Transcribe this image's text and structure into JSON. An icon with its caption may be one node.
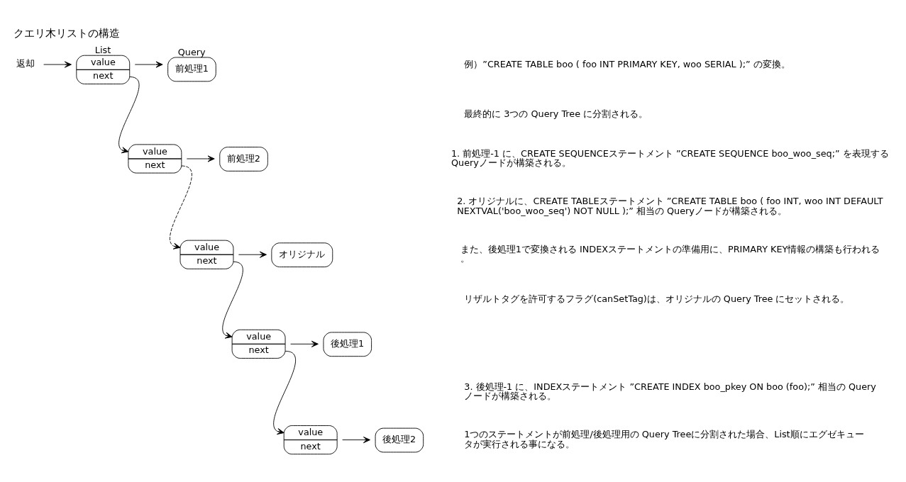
{
  "diagram": {
    "title": "クエリ木リストの構造",
    "nodes": [
      {
        "text": [
          "返却"
        ]
      },
      {
        "text": [
          "List",
          "value",
          "next"
        ]
      },
      {
        "text": [
          "Query",
          "前処理1"
        ]
      },
      {
        "text": [
          "value",
          "next"
        ]
      },
      {
        "text": [
          "前処理2"
        ]
      },
      {
        "text": [
          "value",
          "next"
        ]
      },
      {
        "text": [
          "オリジナル"
        ]
      },
      {
        "text": [
          "value",
          "next"
        ]
      },
      {
        "text": [
          "後処理1"
        ]
      },
      {
        "text": [
          "value",
          "next"
        ]
      },
      {
        "text": [
          "後処理2"
        ]
      }
    ],
    "edges": [
      {
        "from": 0,
        "to": 1,
        "arrow": "to"
      },
      {
        "from": 1,
        "to": 2,
        "arrow": "to"
      },
      {
        "from": 1,
        "to": 3,
        "arrow": "to"
      },
      {
        "from": 3,
        "to": 4,
        "arrow": "to"
      },
      {
        "from": 3,
        "to": 5,
        "arrow": "to",
        "style": "dashed"
      },
      {
        "from": 5,
        "to": 6,
        "arrow": "to"
      },
      {
        "from": 5,
        "to": 7,
        "arrow": "to"
      },
      {
        "from": 7,
        "to": 8,
        "arrow": "to"
      },
      {
        "from": 7,
        "to": 9,
        "arrow": "to"
      },
      {
        "from": 9,
        "to": 10,
        "arrow": "to"
      }
    ],
    "labels": [
      "例）”CREATE TABLE boo ( foo INT PRIMARY KEY, woo SERIAL );” の変換。",
      "最終的に 3つの Query Tree に分割される。",
      "1. 前処理-1 に、CREATE SEQUENCEステートメント ”CREATE SEQUENCE boo_woo_seq;” を表現する Queryノードが構築される。",
      "2. オリジナルに、CREATE TABLEステートメント ”CREATE TABLE boo ( foo INT, woo INT DEFAULT NEXTVAL('boo_woo_seq') NOT NULL );” 相当の Queryノードが構築される。",
      "また、後処理1で変換される INDEXステートメントの準備用に、PRIMARY KEY情報の構築も行われる。",
      "リザルトタグを許可するフラグ(canSetTag)は、オリジナルの Query Tree にセットされる。",
      "3. 後処理-1 に、INDEXステートメント ”CREATE INDEX boo_pkey ON boo (foo);” 相当の Query ノードが構築される。",
      "1つのステートメントが前処理/後処理用の Query Treeに分割された場合、List順にエグゼキュータが実行される事になる。"
    ]
  }
}
